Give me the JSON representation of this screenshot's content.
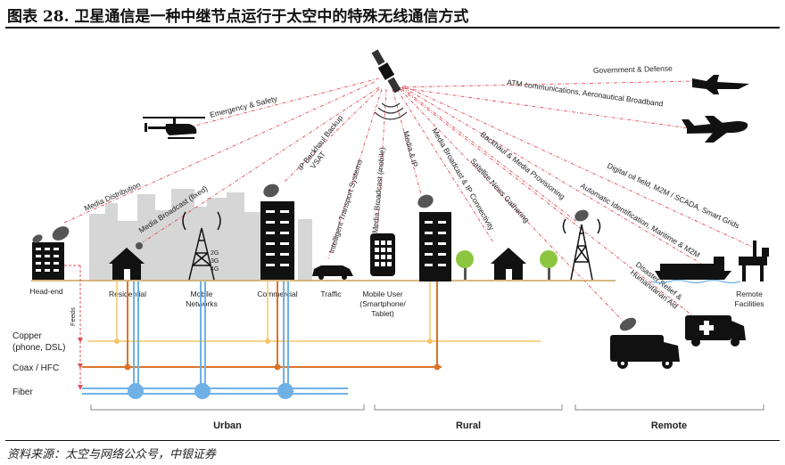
{
  "title": "图表 28. 卫星通信是一种中继节点运行于太空中的特殊无线通信方式",
  "source": "资料来源：太空与网络公众号，中银证券",
  "links": {
    "government": "Government & Defense",
    "atm": "ATM communications, Aeronautical Broadband",
    "emergency": "Emergency & Safety",
    "media_distribution": "Media Distribution",
    "media_broadcast_fixed": "Media Broadcast (fixed)",
    "ip_backhaul_line1": "IP Backhaul Backup",
    "ip_backhaul_line2": "VSAT",
    "its": "Intelligent Transport Systems",
    "media_broadcast_mobile": "Media Broadcast (mobile)",
    "media_ip": "Media & IP",
    "media_broadcast_ip": "Media Broadcast & IP Connectivity",
    "satellite_news": "Satellite News Gathering",
    "backhaul_media": "Backhaul & Media Provisioning",
    "digital_oil": "Digital oil field, M2M / SCADA, Smart Grids",
    "auto_id": "Automatic Identification, Maritime & M2M",
    "disaster_line1": "Disaster Relief &",
    "disaster_line2": "Humanitarian Aid"
  },
  "nodes": {
    "headend": "Head-end",
    "residential": "Residential",
    "mobile_line1": "Mobile",
    "mobile_line2": "Networks",
    "commercial": "Commercial",
    "traffic": "Traffic",
    "mobile_user_line1": "Mobile User",
    "mobile_user_line2": "(Smartphone/",
    "mobile_user_line3": "Tablet)",
    "remote_line1": "Remote",
    "remote_line2": "Facilities",
    "generations": [
      "2G",
      "3G",
      "4G"
    ]
  },
  "network": {
    "feeds": "Feeds",
    "copper_line1": "Copper",
    "copper_line2": "(phone, DSL)",
    "coax": "Coax / HFC",
    "fiber": "Fiber"
  },
  "groups": {
    "urban": "Urban",
    "rural": "Rural",
    "remote": "Remote"
  },
  "colors": {
    "ray": "#e0505a",
    "copper": "#f5c56a",
    "coax": "#d9742a",
    "fiber": "#6fb1e6",
    "ground": "#c9a25a",
    "tree": "#8cc63f",
    "city": "#d4d4d4"
  }
}
